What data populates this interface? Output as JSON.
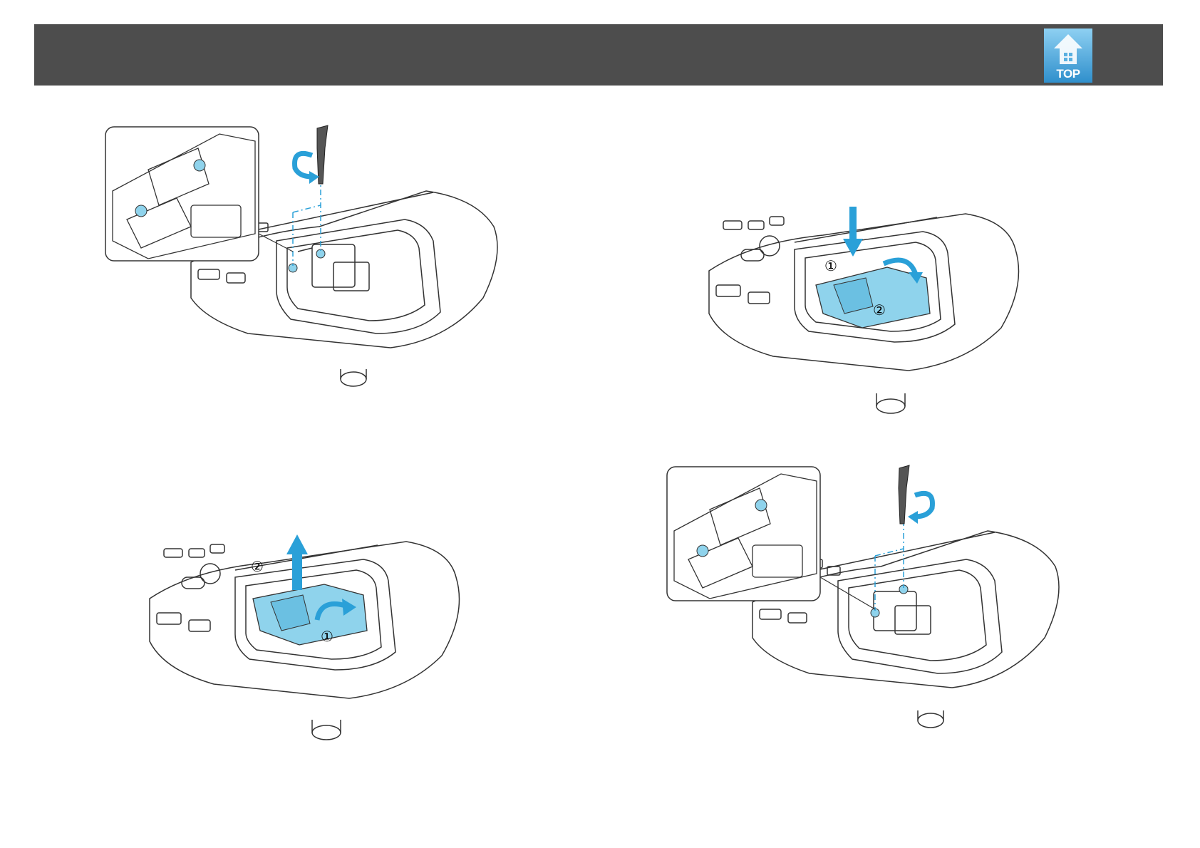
{
  "header": {
    "top_button": {
      "label": "TOP",
      "icon": "house-up-arrow-icon",
      "bg_color": "#5ab0e0"
    }
  },
  "colors": {
    "header_bg": "#4d4d4d",
    "highlight": "#8fd3ec",
    "arrow": "#2aa0d8",
    "line": "#333333"
  },
  "figures": [
    {
      "id": "remove-screw",
      "tool_icon": "screwdriver-icon",
      "action_icon": "rotate-arrow-icon",
      "callouts": []
    },
    {
      "id": "insert-lamp",
      "tool_icon": "",
      "action_icon": "down-arrow-icon",
      "callouts": [
        "①",
        "②"
      ]
    },
    {
      "id": "pull-out-lamp",
      "tool_icon": "",
      "action_icon": "up-arrow-icon",
      "callouts": [
        "①",
        "②"
      ]
    },
    {
      "id": "tighten-screw",
      "tool_icon": "screwdriver-icon",
      "action_icon": "rotate-arrow-icon",
      "callouts": []
    }
  ]
}
